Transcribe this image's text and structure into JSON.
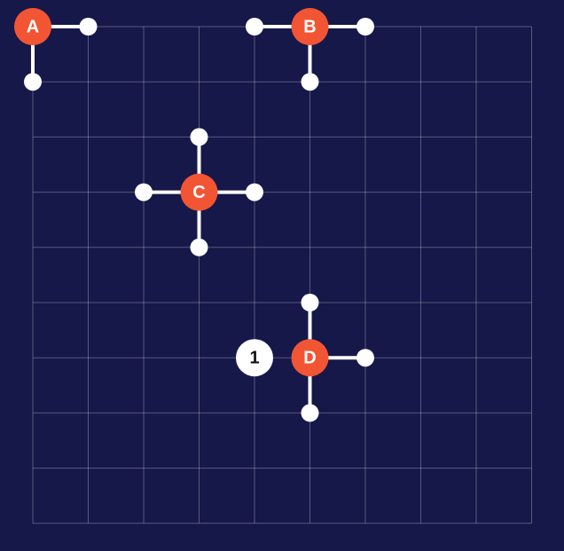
{
  "board": {
    "columns": 9,
    "rows": 9,
    "colors": {
      "background": "#16184a",
      "grid": "#5a5d8a",
      "node": "#f25533",
      "arm": "#ffffff",
      "hint_bg": "#ffffff",
      "hint_text": "#111111"
    }
  },
  "nodes": [
    {
      "label": "A",
      "col": 0,
      "row": 0,
      "arms": [
        "right",
        "down"
      ]
    },
    {
      "label": "B",
      "col": 5,
      "row": 0,
      "arms": [
        "left",
        "right",
        "down"
      ]
    },
    {
      "label": "C",
      "col": 3,
      "row": 3,
      "arms": [
        "up",
        "down",
        "left",
        "right"
      ]
    },
    {
      "label": "D",
      "col": 5,
      "row": 6,
      "arms": [
        "up",
        "down",
        "right"
      ]
    }
  ],
  "hints": [
    {
      "label": "1",
      "col": 4,
      "row": 6
    }
  ]
}
